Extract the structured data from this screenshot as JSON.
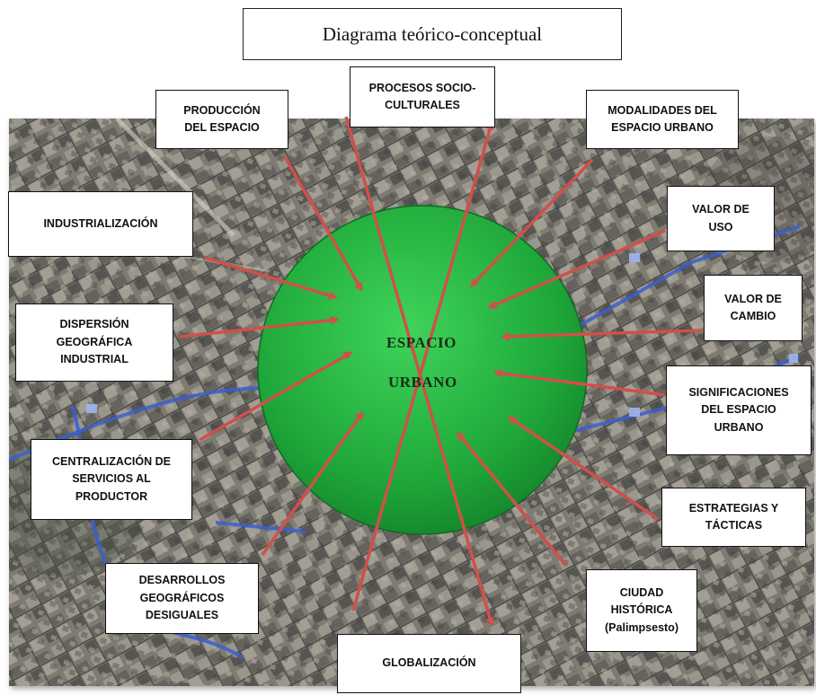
{
  "title": "Diagrama teórico-conceptual",
  "center": {
    "line1": "ESPACIO",
    "line2": "URBANO"
  },
  "concepts": {
    "produccion": "PRODUCCIÓN\nDEL ESPACIO",
    "procesos": "PROCESOS SOCIO-\nCULTURALES",
    "modalidades": "MODALIDADES DEL\nESPACIO URBANO",
    "industrializacion": "INDUSTRIALIZACIÓN",
    "valor_uso": "VALOR DE\nUSO",
    "valor_cambio": "VALOR DE\nCAMBIO",
    "dispersion": "DISPERSIÓN\nGEOGRÁFICA\nINDUSTRIAL",
    "significaciones": "SIGNIFICACIONES\nDEL ESPACIO\nURBANO",
    "centralizacion": "CENTRALIZACIÓN DE\nSERVICIOS AL\nPRODUCTOR",
    "estrategias": "ESTRATEGIAS Y\nTÁCTICAS",
    "desarrollos": "DESARROLLOS\nGEOGRÁFICOS\nDESIGUALES",
    "ciudad": "CIUDAD\nHISTÓRICA\n(Palimpsesto)",
    "globalizacion": "GLOBALIZACIÓN"
  },
  "colors": {
    "circle": "#1fa83a",
    "circle_highlight": "#3fd45a",
    "arrow": "#d0504a",
    "photo_base": "#8d8a82",
    "road": "#3a5fd0"
  }
}
